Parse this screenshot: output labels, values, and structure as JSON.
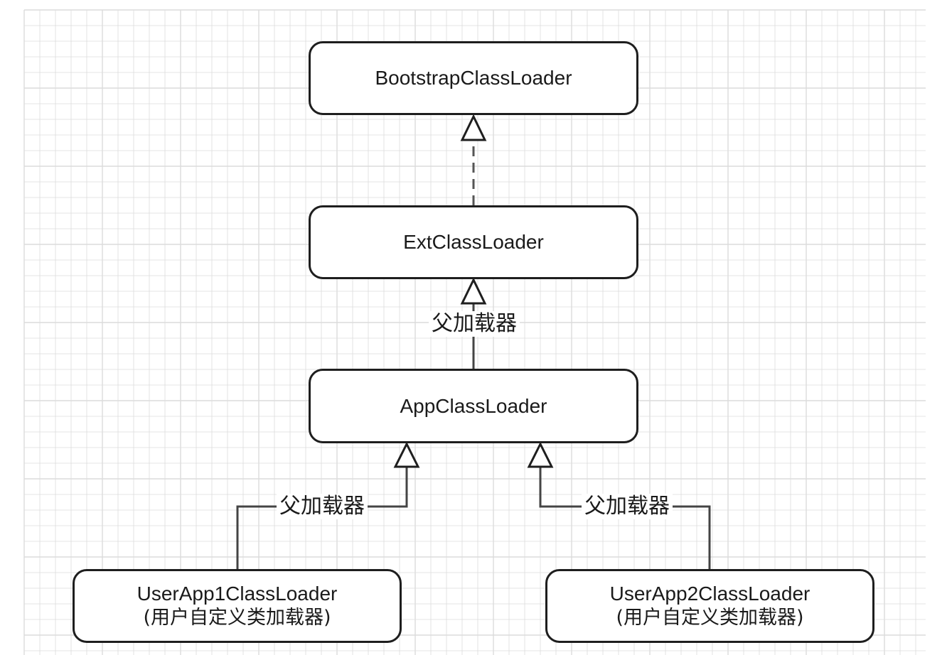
{
  "diagram": {
    "nodes": {
      "bootstrap": {
        "label": "BootstrapClassLoader"
      },
      "ext": {
        "label": "ExtClassLoader"
      },
      "app": {
        "label": "AppClassLoader"
      },
      "user1": {
        "label": "UserApp1ClassLoader",
        "sublabel": "(用户自定义类加载器)"
      },
      "user2": {
        "label": "UserApp2ClassLoader",
        "sublabel": "(用户自定义类加载器)"
      }
    },
    "edges": {
      "app_to_ext": {
        "label": "父加载器"
      },
      "user1_to_app": {
        "label": "父加载器"
      },
      "user2_to_app": {
        "label": "父加载器"
      }
    },
    "colors": {
      "stroke": "#1e1e1e",
      "grid": "#dcdcdc",
      "background": "#ffffff"
    }
  }
}
